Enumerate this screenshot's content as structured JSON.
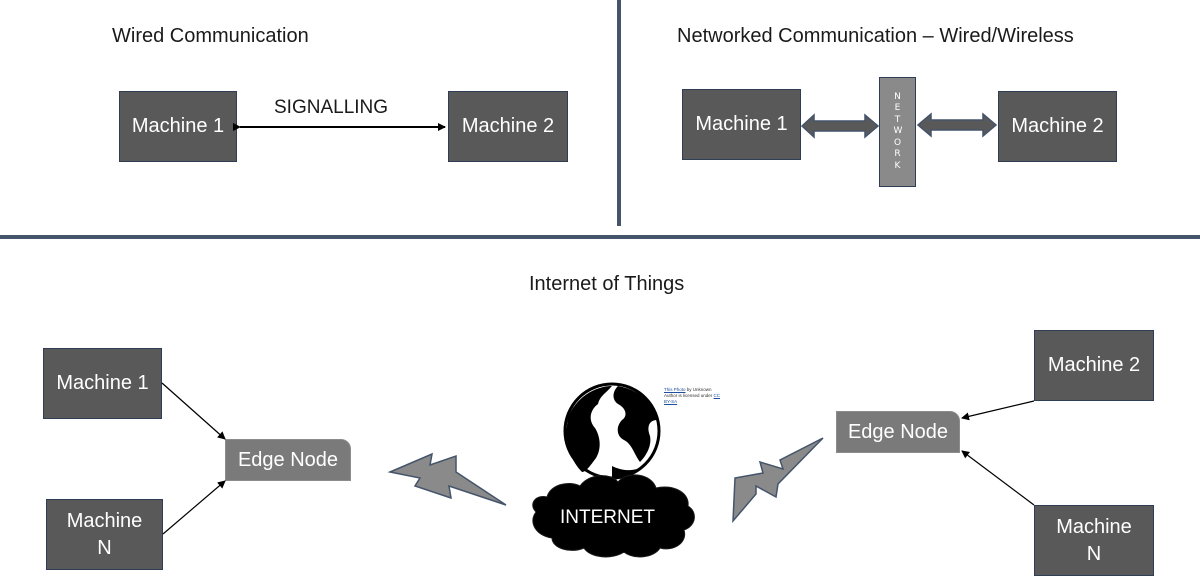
{
  "wired": {
    "title": "Wired Communication",
    "machine1": "Machine 1",
    "machine2": "Machine 2",
    "signal_label": "SIGNALLING"
  },
  "networked": {
    "title": "Networked Communication – Wired/Wireless",
    "machine1": "Machine 1",
    "machine2": "Machine 2",
    "network_label": "NETWORK"
  },
  "iot": {
    "title": "Internet of Things",
    "left": {
      "machine1": "Machine 1",
      "machineN": "Machine N",
      "edge": "Edge Node"
    },
    "right": {
      "machine2": "Machine 2",
      "machineN": "Machine N",
      "edge": "Edge Node"
    },
    "cloud": "INTERNET",
    "globe_icon": "globe-icon",
    "credit": {
      "link1": "This Photo",
      "text1": " by Unknown Author is licensed under ",
      "link2": "CC BY-SA"
    }
  },
  "colors": {
    "box_fill": "#595959",
    "edge_fill": "#7a7a7a",
    "divider": "#44546a",
    "arrow_fill": "#595959",
    "lightning_fill": "#8a8a8a"
  }
}
